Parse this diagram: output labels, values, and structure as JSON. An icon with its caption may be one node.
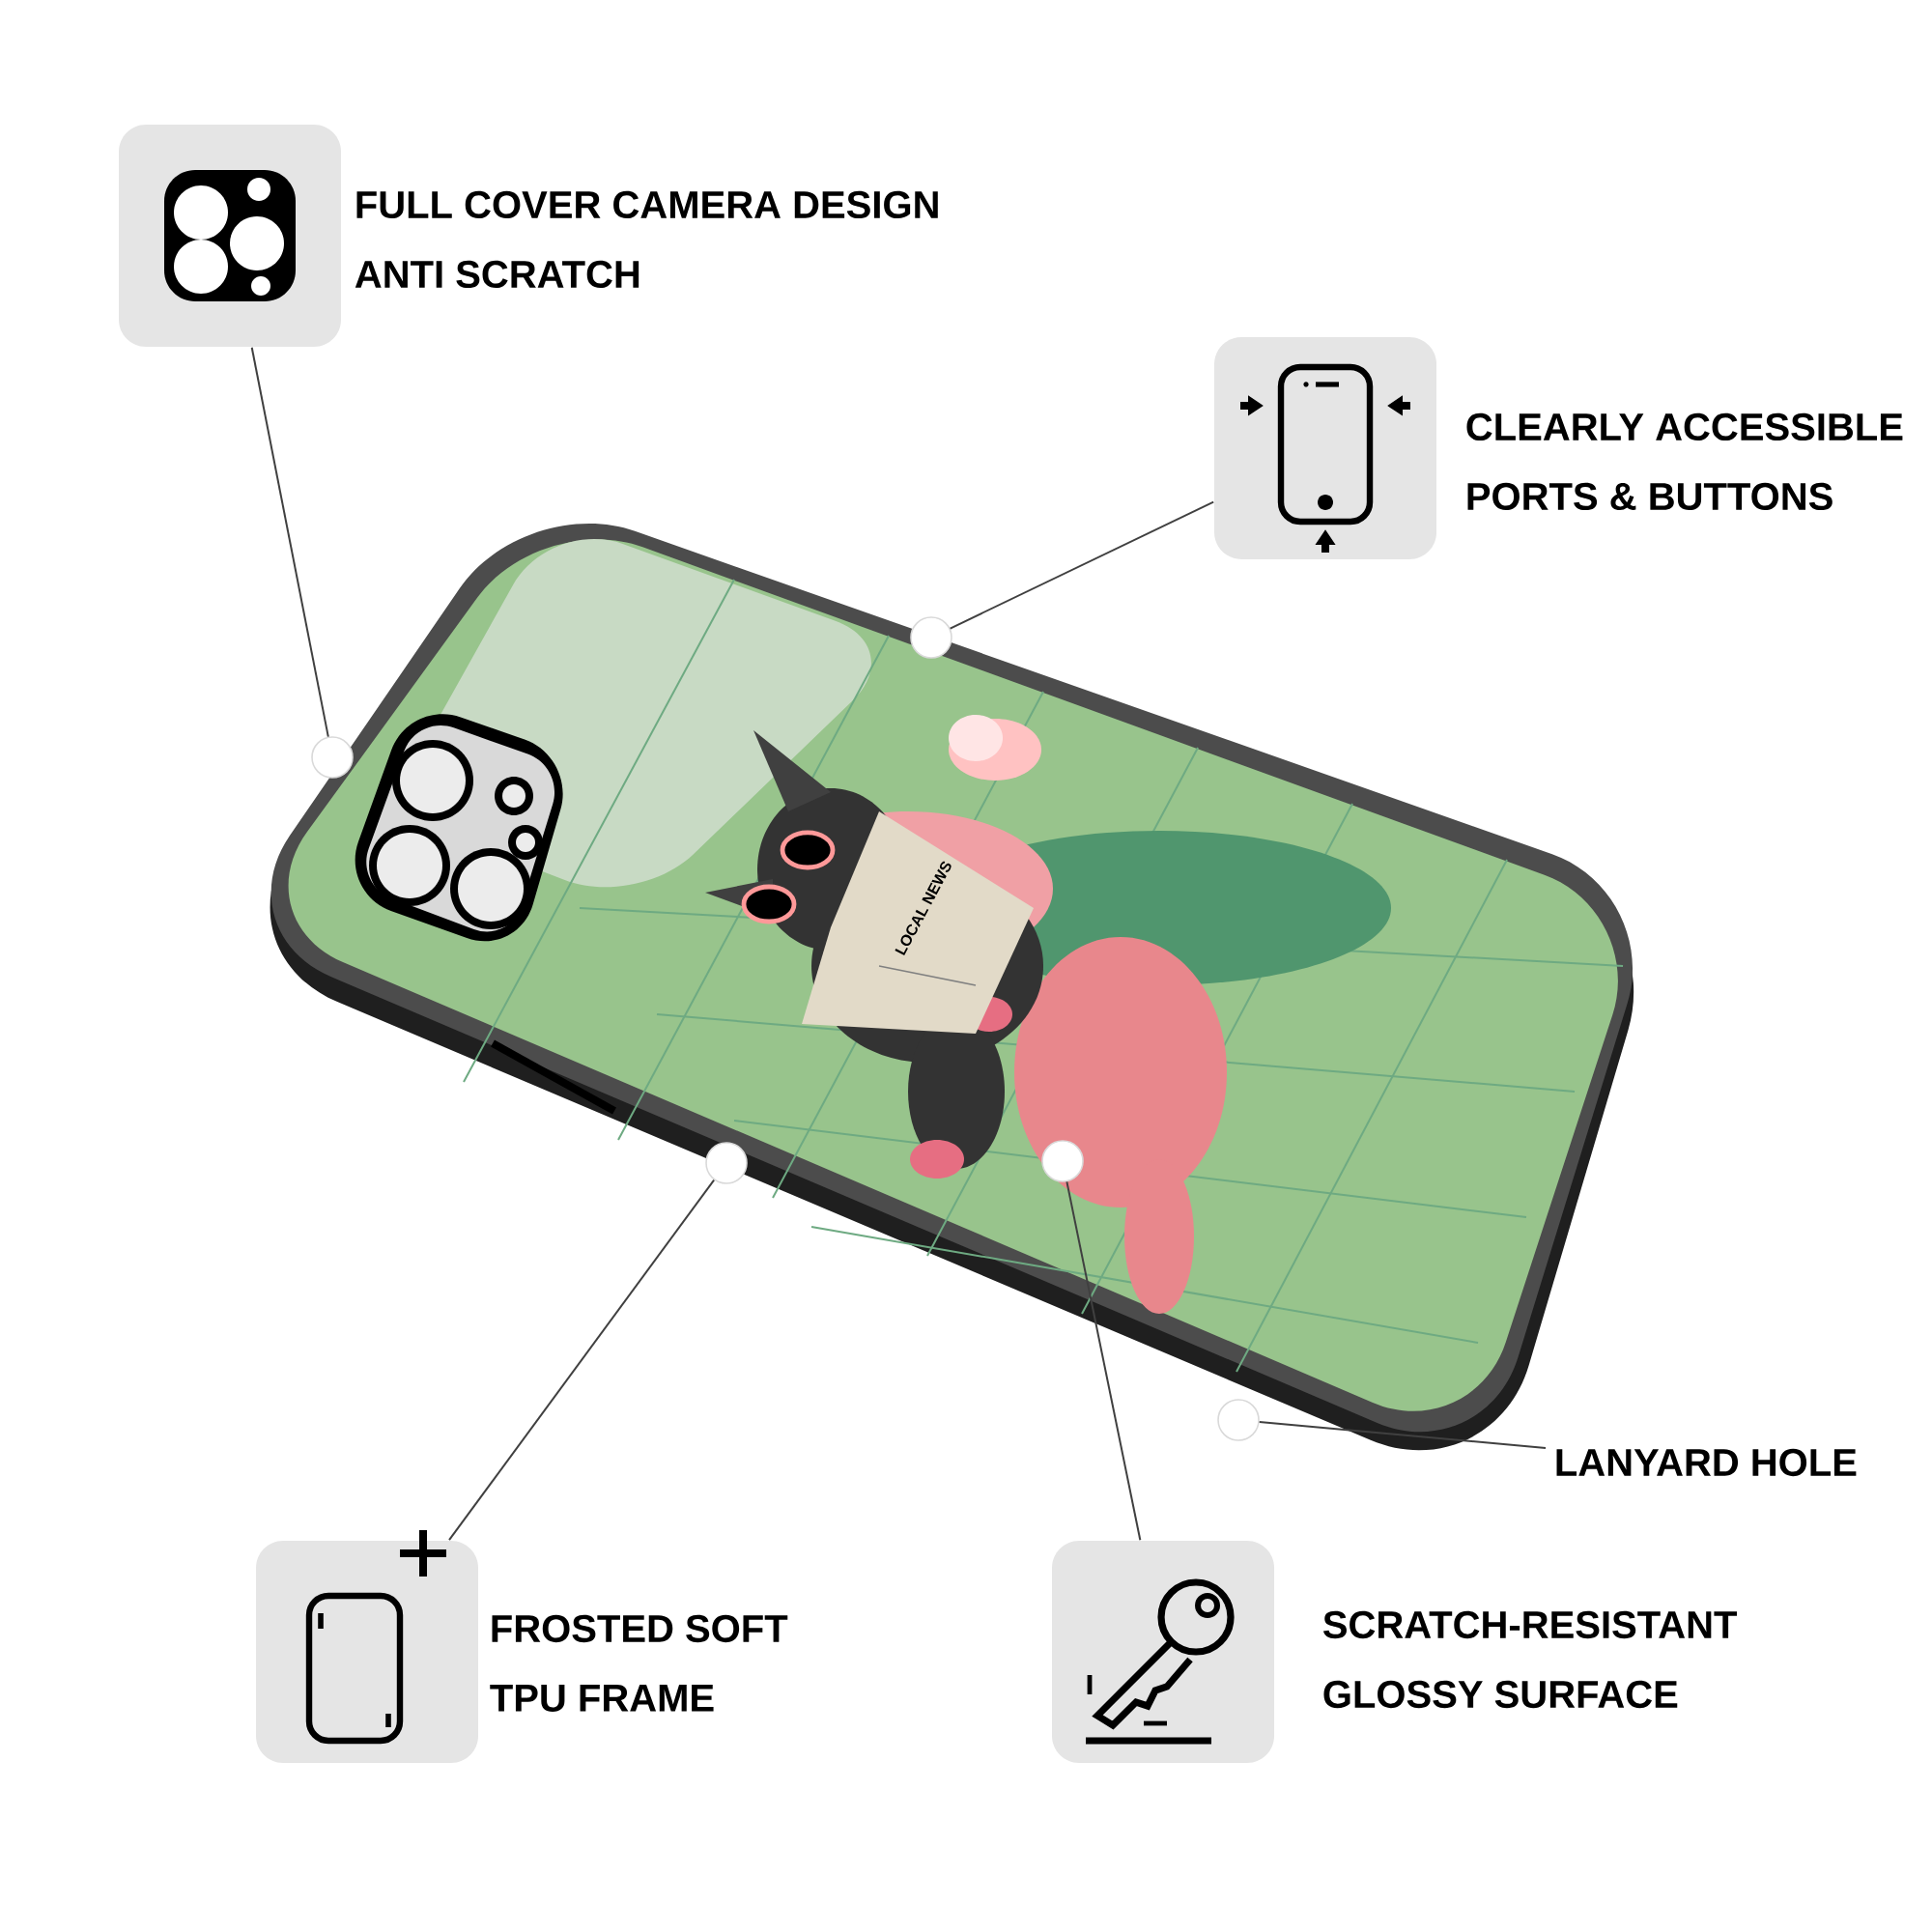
{
  "diagram": {
    "nodes": [
      {
        "text": [
          "FULL COVER CAMERA DESIGN",
          "ANTI SCRATCH"
        ]
      },
      {
        "text": [
          "CLEARLY ACCESSIBLE",
          "PORTS & BUTTONS"
        ]
      },
      {
        "text": [
          "FROSTED SOFT",
          "TPU FRAME"
        ]
      },
      {
        "text": [
          "SCRATCH-RESISTANT",
          "GLOSSY SURFACE"
        ]
      },
      {
        "text": [
          "LANYARD HOLE"
        ]
      },
      {
        "text": [],
        "shape": "circle"
      },
      {
        "text": [],
        "shape": "circle"
      },
      {
        "text": [],
        "shape": "circle"
      },
      {
        "text": [],
        "shape": "circle"
      },
      {
        "text": [],
        "shape": "circle"
      }
    ],
    "edges": [
      {
        "from": 0,
        "to": 5,
        "arrow": "none"
      },
      {
        "from": 1,
        "to": 7,
        "arrow": "none"
      },
      {
        "from": 2,
        "to": 6,
        "arrow": "none"
      },
      {
        "from": 3,
        "to": 8,
        "arrow": "none"
      },
      {
        "from": 4,
        "to": 9,
        "arrow": "none"
      }
    ],
    "labels": [
      "LOCAL NEWS"
    ]
  }
}
